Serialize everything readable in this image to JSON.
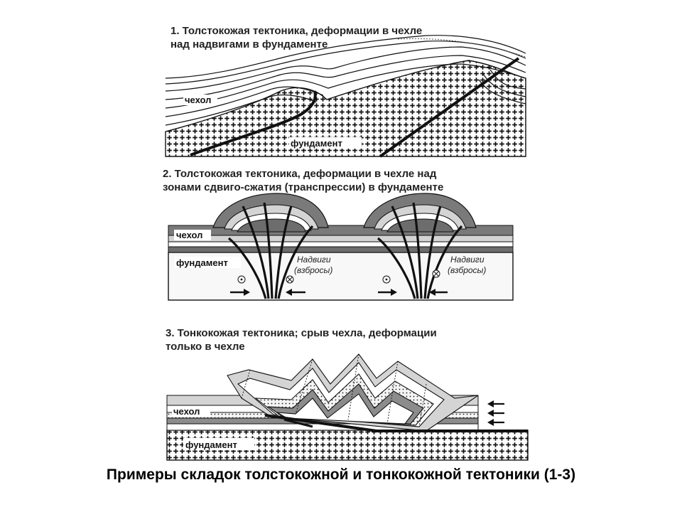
{
  "panel1": {
    "title": "1. Толстокожая тектоника, деформации в чехле\nнад надвигами в фундаменте",
    "label_cover": "чехол",
    "label_basement": "фундамент"
  },
  "panel2": {
    "title": "2. Толстокожая тектоника, деформации в чехле над\nзонами сдвиго-сжатия (транспрессии) в фундаменте",
    "label_cover": "чехол",
    "label_basement": "фундамент",
    "label_thrusts_1": "Надвиги",
    "label_thrusts_2": "(взбросы)"
  },
  "panel3": {
    "title": "3. Тонкокожая тектоника; срыв чехла, деформации\nтолько в чехле",
    "label_cover": "чехол",
    "label_basement": "фундамент"
  },
  "caption": "Примеры складок толстокожной и тонкокожной тектоники (1-3)"
}
